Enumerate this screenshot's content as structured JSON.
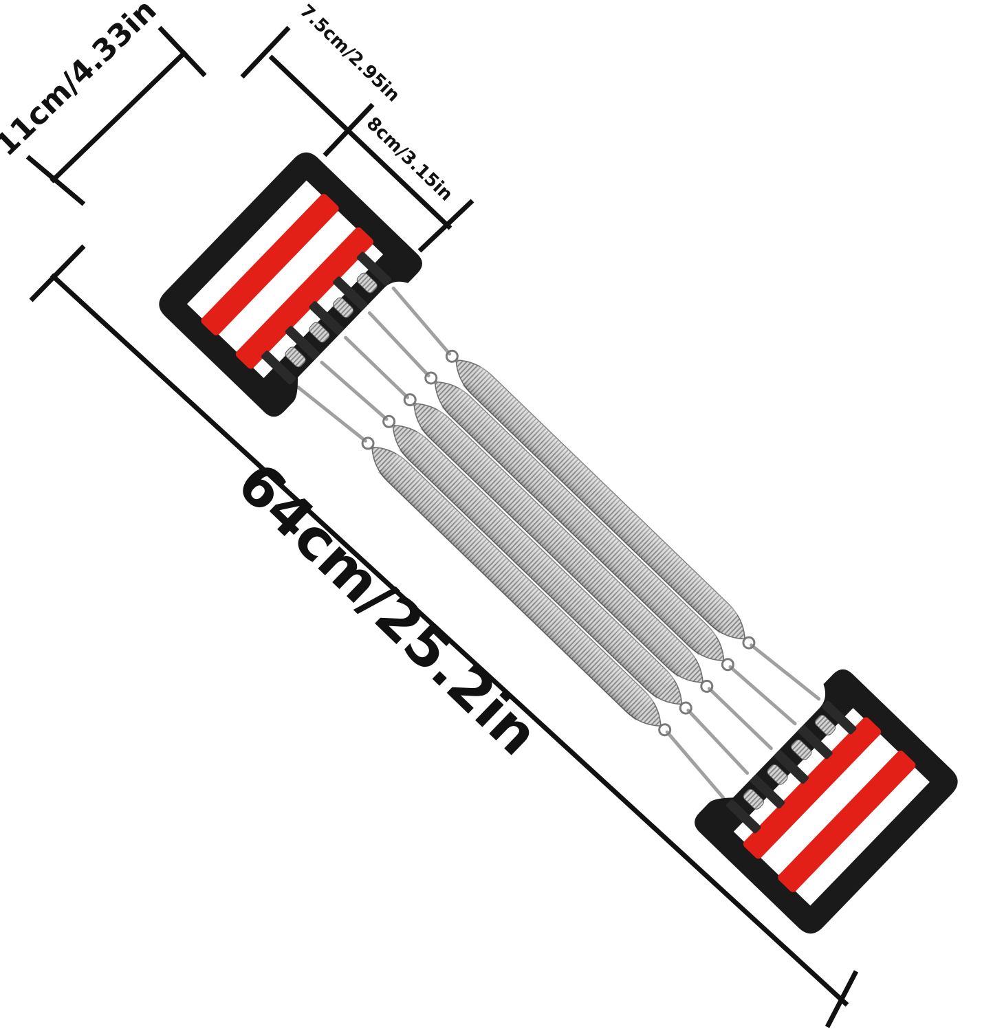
{
  "dimensions": {
    "total_length": "64cm/25.2in",
    "handle_width": "11cm/4.33in",
    "handle_depth_outer": "7.5cm/2.95in",
    "handle_depth_inner": "8cm/3.15in"
  },
  "colors": {
    "handle_frame": "#1a1a1a",
    "grip": "#e32017",
    "spring": "#b8b8b8",
    "rod": "#9a9a9a",
    "dimension_line": "#111111"
  },
  "product": {
    "spring_count": 5
  }
}
